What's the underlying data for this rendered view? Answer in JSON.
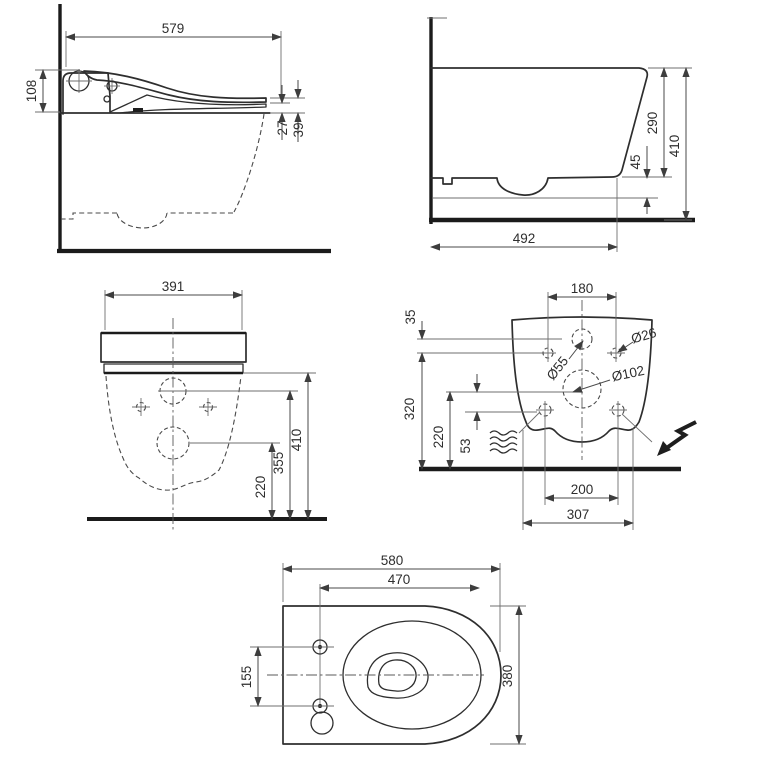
{
  "drawing_title": "Wall-hung shower toilet technical dimension drawing",
  "units": "mm",
  "colors": {
    "line": "#2e2e2e",
    "dim": "#4a4a4a",
    "heavy": "#1b1b1b",
    "background": "#ffffff"
  },
  "views": {
    "seat_side": {
      "overall_depth": "579",
      "rear_height": "108",
      "seat_front_edge": "27",
      "lid_front_edge": "39"
    },
    "bowl_side": {
      "front_height": "290",
      "underside_offset": "45",
      "overall_height": "410",
      "projection": "492"
    },
    "seat_front": {
      "width": "391",
      "height_overall": "410",
      "height_inlet": "355",
      "height_outlet": "220"
    },
    "bowl_rear": {
      "fixing_hole_spacing": "180",
      "inlet_offset": "35",
      "inlet_diameter": "Ø55",
      "fixing_hole_diameter": "Ø26",
      "outlet_diameter": "Ø102",
      "fixing_height": "320",
      "outlet_height": "220",
      "connection_offset": "53",
      "connection_spacing": "200",
      "base_width": "307"
    },
    "bowl_top": {
      "overall_length": "580",
      "front_to_fixing_line": "470",
      "seat_fixing_spacing": "155",
      "overall_width": "380"
    }
  },
  "icons": {
    "water_supply": "water-waves",
    "power_supply": "lightning-arrow"
  }
}
